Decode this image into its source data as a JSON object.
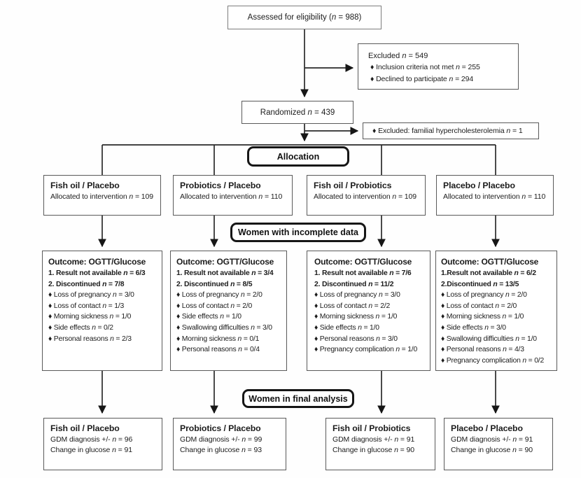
{
  "top": {
    "assessed": "Assessed for eligibility (n = 988)",
    "excluded": {
      "title": "Excluded n = 549",
      "bullets": [
        "♦  Inclusion criteria not met n = 255",
        "♦  Declined to participate n = 294"
      ]
    },
    "randomized": "Randomized n = 439",
    "excluded_single": "♦  Excluded: familial hypercholesterolemia n = 1"
  },
  "stage_labels": {
    "allocation": "Allocation",
    "incomplete": "Women with incomplete data",
    "final": "Women in final analysis"
  },
  "columns": [
    {
      "group": "Fish oil / Placebo",
      "allocated": "Allocated to intervention n = 109",
      "outcome": {
        "title": "Outcome: OGTT/Glucose",
        "numbered": [
          "1. Result not available n = 6/3",
          "2. Discontinued n = 7/8"
        ],
        "bullets": [
          "♦ Loss of pregnancy n = 3/0",
          "♦ Loss of contact n = 1/3",
          "♦ Morning sickness n = 1/0",
          "♦ Side effects n = 0/2",
          "♦ Personal reasons n = 2/3"
        ]
      },
      "final": {
        "group": "Fish oil / Placebo",
        "lines": [
          "GDM diagnosis +/- n = 96",
          "Change in glucose n = 91"
        ]
      }
    },
    {
      "group": "Probiotics / Placebo",
      "allocated": "Allocated to intervention n = 110",
      "outcome": {
        "title": "Outcome: OGTT/Glucose",
        "numbered": [
          "1. Result not available n = 3/4",
          "2. Discontinued n = 8/5"
        ],
        "bullets": [
          "♦ Loss of pregnancy n = 2/0",
          "♦ Loss of contact n = 2/0",
          "♦ Side effects n = 1/0",
          "♦ Swallowing difficulties n = 3/0",
          "♦ Morning sickness n = 0/1",
          "♦ Personal reasons n = 0/4"
        ]
      },
      "final": {
        "group": "Probiotics / Placebo",
        "lines": [
          "GDM diagnosis +/- n = 99",
          "Change in glucose n = 93"
        ]
      }
    },
    {
      "group": "Fish oil / Probiotics",
      "allocated": "Allocated to intervention n = 109",
      "outcome": {
        "title": "Outcome: OGTT/Glucose",
        "numbered": [
          "1. Result not available n = 7/6",
          "2. Discontinued n = 11/2"
        ],
        "bullets": [
          "♦ Loss of pregnancy n = 3/0",
          "♦ Loss of contact n = 2/2",
          "♦ Morning sickness n = 1/0",
          "♦ Side effects n = 1/0",
          "♦ Personal reasons n = 3/0",
          "♦ Pregnancy complication n = 1/0"
        ]
      },
      "final": {
        "group": "Fish oil / Probiotics",
        "lines": [
          "GDM diagnosis +/- n = 91",
          "Change in glucose n = 90"
        ]
      }
    },
    {
      "group": "Placebo / Placebo",
      "allocated": "Allocated to intervention n = 110",
      "outcome": {
        "title": "Outcome: OGTT/Glucose",
        "numbered": [
          "1.Result not available n = 6/2",
          "2.Discontinued n = 13/5"
        ],
        "bullets": [
          "♦ Loss of pregnancy n = 2/0",
          "♦ Loss of contact n = 2/0",
          "♦ Morning sickness n = 1/0",
          "♦ Side effects n = 3/0",
          "♦ Swallowing difficulties n = 1/0",
          "♦ Personal reasons n = 4/3",
          "♦ Pregnancy complication n = 0/2"
        ]
      },
      "final": {
        "group": "Placebo / Placebo",
        "lines": [
          "GDM diagnosis +/- n = 91",
          "Change in glucose n = 90"
        ]
      }
    }
  ]
}
